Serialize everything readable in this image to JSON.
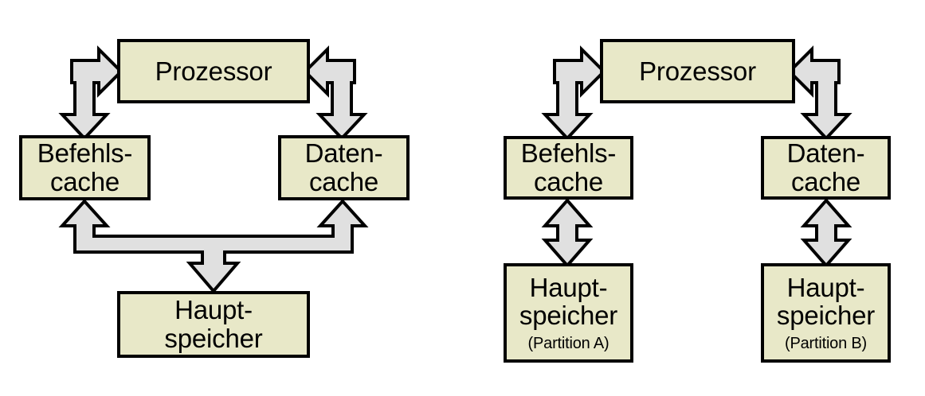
{
  "figure": {
    "background_color": "#ffffff",
    "box_fill_color": "#e8e8c8",
    "box_border_color": "#000000",
    "arrow_fill_color": "#e0e0e0",
    "arrow_border_color": "#000000"
  },
  "left_diagram": {
    "name": "harvard-architecture-shared-memory",
    "nodes": {
      "processor": {
        "label": "Prozessor"
      },
      "instruction_cache": {
        "label": "Befehls-\ncache"
      },
      "data_cache": {
        "label": "Daten-\ncache"
      },
      "main_memory": {
        "label": "Haupt-\nspeicher"
      }
    },
    "connectors": [
      {
        "name": "processor-instruction-cache-elbow",
        "kind": "double-headed-elbow-arrow",
        "heads": [
          "right",
          "down"
        ]
      },
      {
        "name": "processor-data-cache-elbow",
        "kind": "double-headed-elbow-arrow",
        "heads": [
          "left",
          "down"
        ]
      },
      {
        "name": "caches-main-memory-tee",
        "kind": "three-headed-tee-arrow",
        "heads": [
          "up-left",
          "up-right",
          "down"
        ]
      }
    ]
  },
  "right_diagram": {
    "name": "harvard-architecture-partitioned-memory",
    "nodes": {
      "processor": {
        "label": "Prozessor"
      },
      "instruction_cache": {
        "label": "Befehls-\ncache"
      },
      "data_cache": {
        "label": "Daten-\ncache"
      },
      "main_memory_a": {
        "label": "Haupt-\nspeicher",
        "sublabel": "(Partition A)"
      },
      "main_memory_b": {
        "label": "Haupt-\nspeicher",
        "sublabel": "(Partition B)"
      }
    },
    "connectors": [
      {
        "name": "processor-instruction-cache-elbow",
        "kind": "double-headed-elbow-arrow",
        "heads": [
          "right",
          "down"
        ]
      },
      {
        "name": "processor-data-cache-elbow",
        "kind": "double-headed-elbow-arrow",
        "heads": [
          "left",
          "down"
        ]
      },
      {
        "name": "instruction-cache-memory-a-arrow",
        "kind": "double-headed-vertical-arrow",
        "heads": [
          "up",
          "down"
        ]
      },
      {
        "name": "data-cache-memory-b-arrow",
        "kind": "double-headed-vertical-arrow",
        "heads": [
          "up",
          "down"
        ]
      }
    ]
  }
}
